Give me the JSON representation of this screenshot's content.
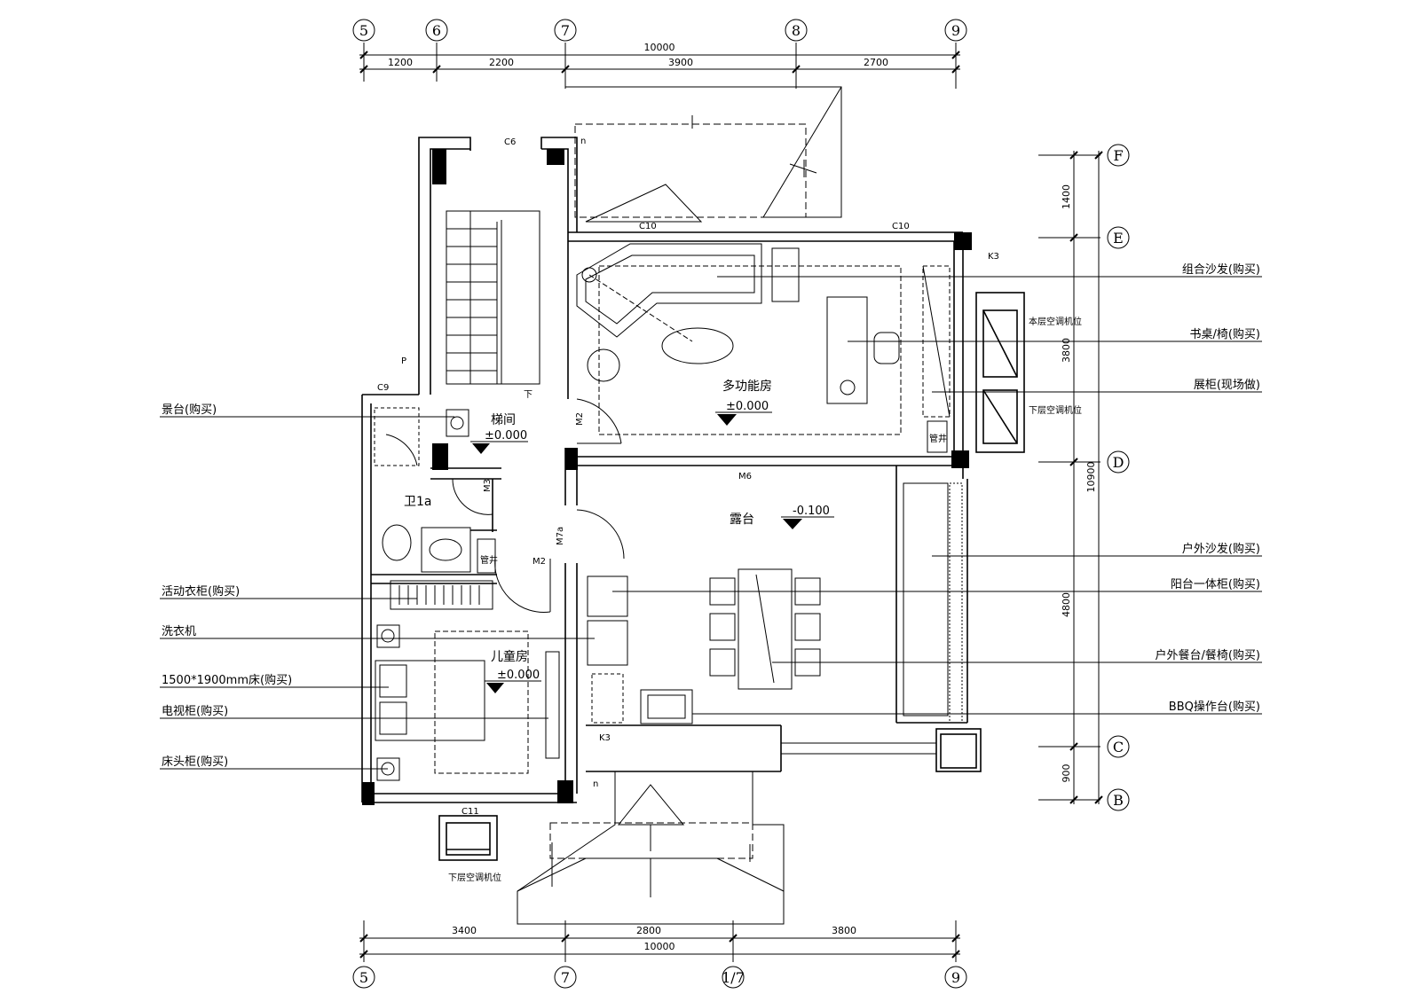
{
  "grid_top": [
    "5",
    "6",
    "7",
    "8",
    "9"
  ],
  "grid_bottom": [
    "5",
    "7",
    "1/7",
    "9"
  ],
  "grid_right": [
    "F",
    "E",
    "D",
    "C",
    "B"
  ],
  "dims_top": {
    "total": "10000",
    "segments": [
      "1200",
      "2200",
      "3900",
      "2700"
    ]
  },
  "dims_bottom": {
    "total": "10000",
    "segments": [
      "3400",
      "2800",
      "3800"
    ]
  },
  "dims_right": {
    "total": "10900",
    "segments": [
      "1400",
      "3800",
      "4800",
      "900"
    ]
  },
  "rooms": {
    "stair": {
      "name": "梯间",
      "level": "±0.000"
    },
    "multi": {
      "name": "多功能房",
      "level": "±0.000"
    },
    "terrace": {
      "name": "露台",
      "level": "-0.100"
    },
    "bath": {
      "name": "卫1a"
    },
    "child": {
      "name": "儿童房",
      "level": "±0.000"
    }
  },
  "openings": {
    "c6": "C6",
    "c10a": "C10",
    "c10b": "C10",
    "c9": "C9",
    "c11": "C11",
    "m2a": "M2",
    "m2b": "M2",
    "m3": "M3",
    "m6": "M6",
    "m7a": "M7a",
    "k3a": "K3",
    "k3b": "K3",
    "p": "P",
    "down": "下",
    "n1": "n",
    "n2": "n",
    "shaft1": "管井",
    "shaft2": "管井",
    "ac1": "本层空调机位",
    "ac2": "下层空调机位",
    "ac3": "下层空调机位"
  },
  "callouts_left": [
    "景台(购买)",
    "活动衣柜(购买)",
    "洗衣机",
    "1500*1900mm床(购买)",
    "电视柜(购买)",
    "床头柜(购买)"
  ],
  "callouts_right": [
    "组合沙发(购买)",
    "书桌/椅(购买)",
    "展柜(现场做)",
    "户外沙发(购买)",
    "阳台一体柜(购买)",
    "户外餐台/餐椅(购买)",
    "BBQ操作台(购买)"
  ]
}
